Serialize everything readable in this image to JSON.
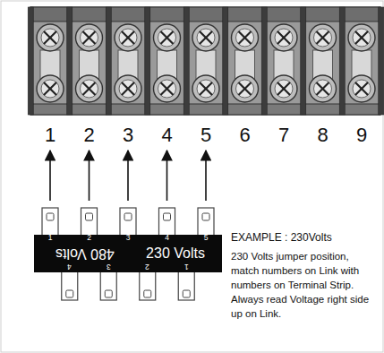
{
  "diagram": {
    "nodes": [
      {
        "text": [
          "1",
          "2",
          "3",
          "4",
          "5",
          "480 Volts",
          "230 Volts",
          "4",
          "3",
          "2",
          "1"
        ]
      }
    ],
    "labels": [
      "1",
      "2",
      "3",
      "4",
      "5",
      "6",
      "7",
      "8",
      "9",
      "EXAMPLE : 230Volts",
      "230 Volts jumper position, match numbers on Link with numbers on Terminal Strip. Always read Voltage right side up on Link."
    ]
  }
}
